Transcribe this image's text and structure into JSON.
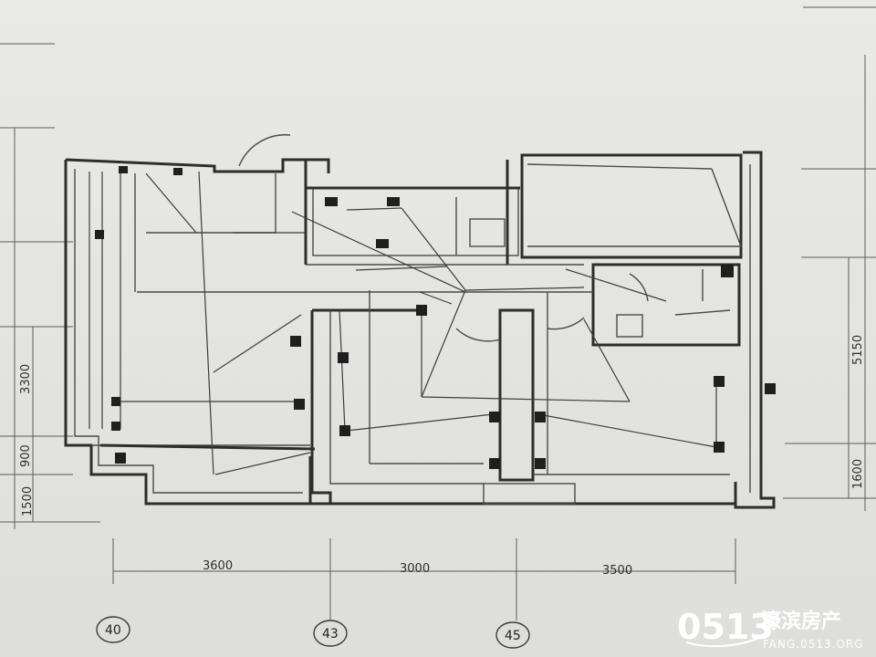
{
  "dimensions": {
    "bottom": [
      "3600",
      "3000",
      "3500"
    ],
    "left": [
      "3300",
      "900",
      "1500"
    ],
    "right": [
      "5150",
      "1600"
    ]
  },
  "axes": [
    "40",
    "43",
    "45"
  ],
  "watermark": {
    "number": "0513",
    "brand": "濠滨房产",
    "url": "FANG.0513.ORG"
  }
}
